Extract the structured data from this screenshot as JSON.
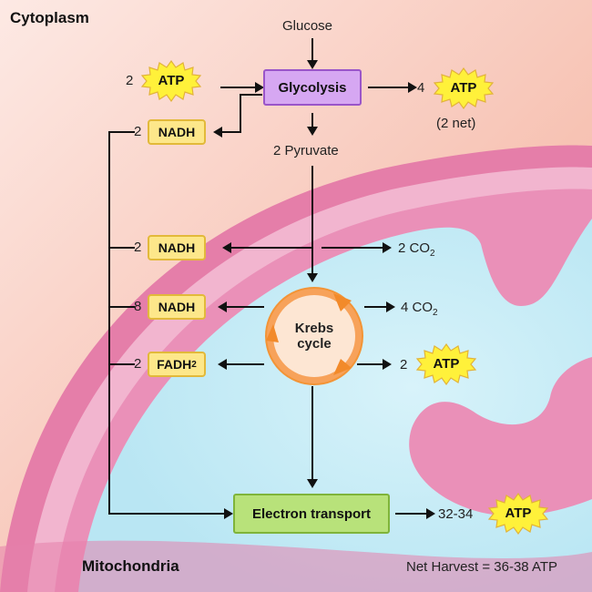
{
  "regions": {
    "cytoplasm": "Cytoplasm",
    "mitochondria": "Mitochondria"
  },
  "glycolysis": {
    "input": "Glucose",
    "label": "Glycolysis",
    "product": "2 Pyruvate",
    "atp_in": "2",
    "atp_out": "4",
    "atp_net": "(2 net)",
    "nadh_count": "2"
  },
  "krebs": {
    "line1": "Krebs",
    "line2": "cycle",
    "nadh_pre_count": "2",
    "nadh_count": "8",
    "fadh2_count": "2",
    "atp_count": "2",
    "co2_pre": "2 CO",
    "co2_krebs": "4 CO",
    "co2_sub": "2"
  },
  "electron_transport": {
    "label": "Electron transport",
    "atp_count": "32-34"
  },
  "labels": {
    "atp": "ATP",
    "nadh": "NADH",
    "fadh_main": "FADH",
    "fadh_sub": "2"
  },
  "net_harvest": "Net Harvest = 36-38 ATP",
  "colors": {
    "star": "#fff13a",
    "nadh_box": "#fde78a",
    "glycolysis_box": "#d6a7f2",
    "electron_box": "#b8e27a",
    "krebs_ring": "#f39436"
  }
}
